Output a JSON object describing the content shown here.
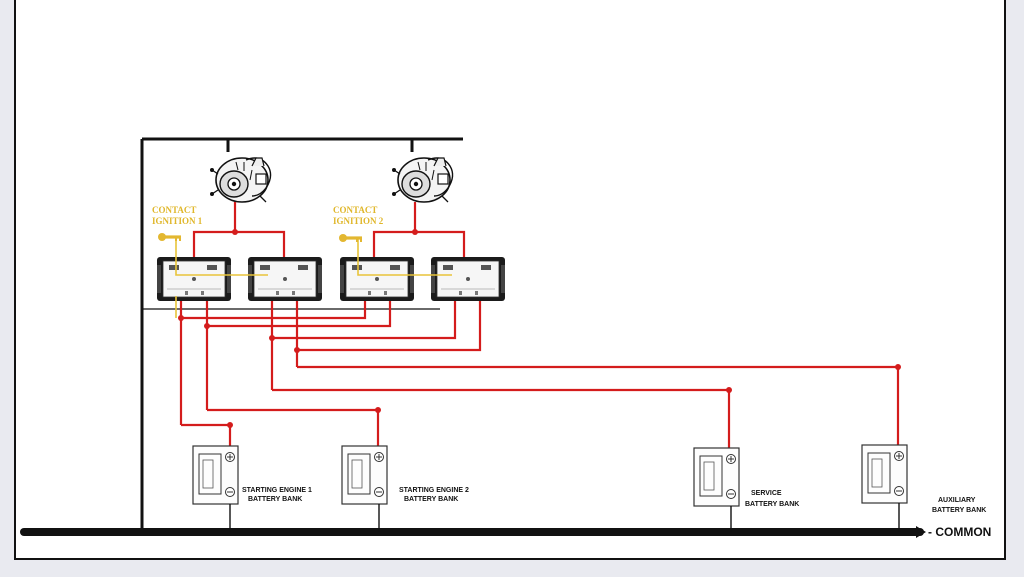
{
  "colors": {
    "positive_wire": "#d41c1c",
    "ignition_wire": "#e8c43a",
    "ground": "#111111",
    "ignition_label": "#e0b72b"
  },
  "ignitions": [
    {
      "line1": "CONTACT",
      "line2": "IGNITION 1",
      "icon": "key-icon"
    },
    {
      "line1": "CONTACT",
      "line2": "IGNITION 2",
      "icon": "key-icon"
    }
  ],
  "batteries": [
    {
      "line1": "STARTING  ENGINE 1",
      "line2": "BATTERY BANK"
    },
    {
      "line1": "STARTING  ENGINE 2",
      "line2": "BATTERY BANK"
    },
    {
      "line1": "SERVICE",
      "line2": "BATTERY BANK"
    },
    {
      "line1": "AUXILIARY",
      "line2": "BATTERY BANK"
    }
  ],
  "common_label": "- COMMON",
  "components": {
    "alternator_icon": "alternator-icon",
    "relay_icon": "relay-module-icon"
  }
}
